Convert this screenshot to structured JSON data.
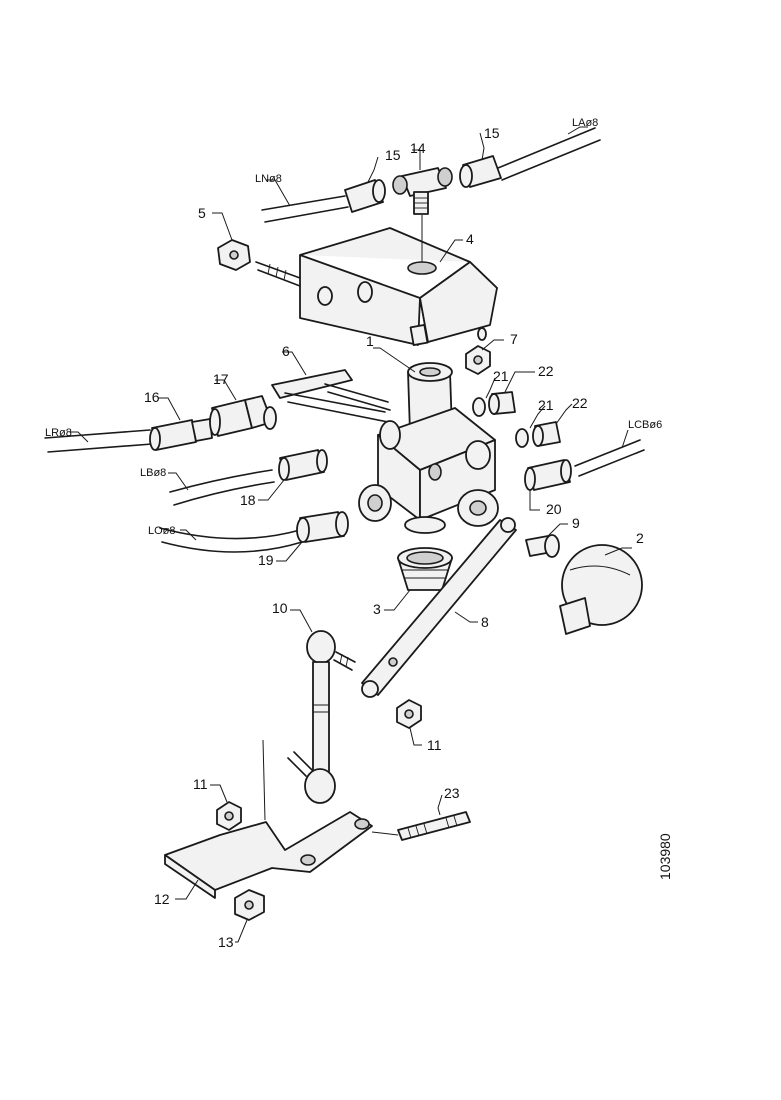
{
  "callouts": {
    "c1": "1",
    "c2": "2",
    "c3": "3",
    "c4": "4",
    "c5": "5",
    "c6": "6",
    "c7": "7",
    "c8": "8",
    "c9": "9",
    "c10": "10",
    "c11a": "11",
    "c11b": "11",
    "c12": "12",
    "c13": "13",
    "c14": "14",
    "c15a": "15",
    "c15b": "15",
    "c16": "16",
    "c17": "17",
    "c18": "18",
    "c19": "19",
    "c20": "20",
    "c21a": "21",
    "c21b": "21",
    "c22a": "22",
    "c22b": "22",
    "c23": "23"
  },
  "pipes": {
    "la": "LAø8",
    "ln": "LNø8",
    "lr": "LRø8",
    "lb": "LBø8",
    "lo": "LOø8",
    "lcb": "LCBø6"
  },
  "reference_number": "103980"
}
